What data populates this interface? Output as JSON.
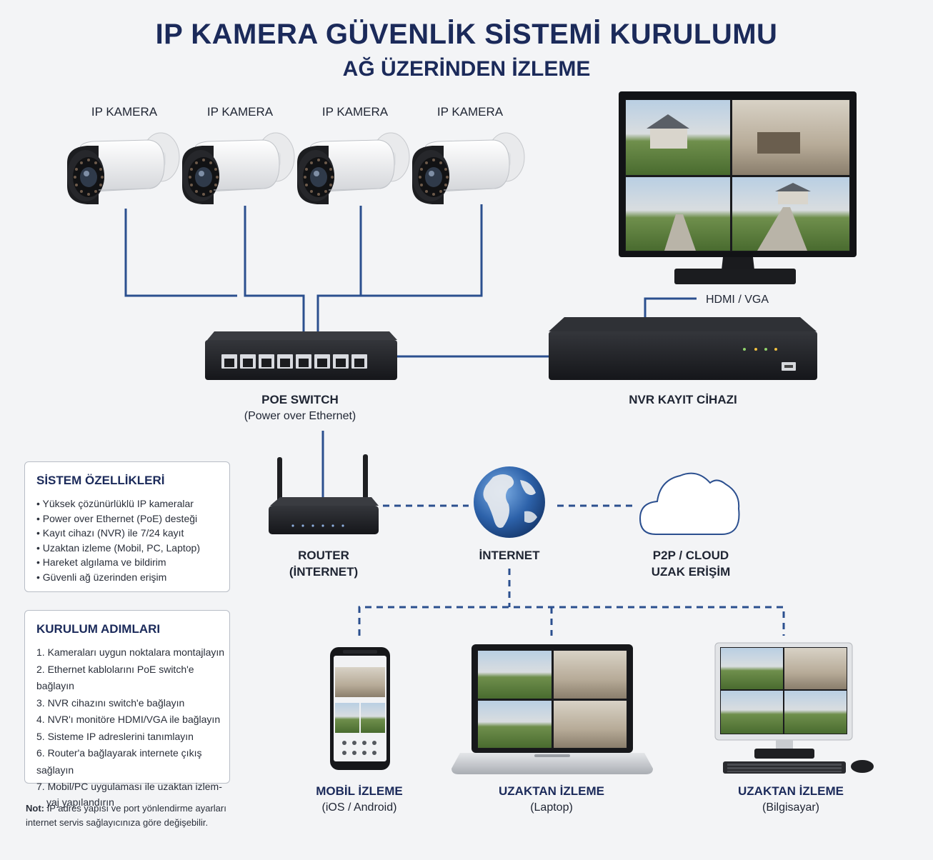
{
  "header": {
    "title": "IP KAMERA GÜVENLİK SİSTEMİ KURULUMU",
    "subtitle": "AĞ ÜZERİNDEN İZLEME"
  },
  "cameras": [
    {
      "label": "IP KAMERA"
    },
    {
      "label": "IP KAMERA"
    },
    {
      "label": "IP KAMERA"
    },
    {
      "label": "IP KAMERA"
    }
  ],
  "switch": {
    "title": "POE SWITCH",
    "subtitle": "(Power over Ethernet)"
  },
  "nvr": {
    "title": "NVR KAYIT CİHAZI",
    "connection": "HDMI / VGA"
  },
  "router": {
    "line1": "ROUTER",
    "line2": "(İNTERNET)"
  },
  "internet": {
    "label": "İNTERNET"
  },
  "cloud": {
    "line1": "P2P / CLOUD",
    "line2": "UZAK ERİŞİM"
  },
  "features": {
    "title": "SİSTEM ÖZELLİKLERİ",
    "items": [
      "Yüksek çözünürlüklü IP kameralar",
      "Power over Ethernet (PoE) desteği",
      "Kayıt cihazı (NVR) ile 7/24 kayıt",
      "Uzaktan izleme (Mobil, PC, Laptop)",
      "Hareket algılama ve bildirim",
      "Güvenli ağ üzerinden erişim"
    ]
  },
  "steps": {
    "title": "KURULUM ADIMLARI",
    "items": [
      "1. Kameraları uygun noktalara montajlayın",
      "2. Ethernet kablolarını PoE switch'e bağlayın",
      "3. NVR cihazını switch'e bağlayın",
      "4. NVR'ı monitöre HDMI/VGA ile bağlayın",
      "5. Sisteme IP adreslerini tanımlayın",
      "6. Router'a bağlayarak internete çıkış sağlayın",
      "7. Mobil/PC uygulaması ile uzaktan izlem-"
    ],
    "continuation": "yaj yapılandırın"
  },
  "clients": [
    {
      "title": "MOBİL İZLEME",
      "subtitle": "(iOS / Android)"
    },
    {
      "title": "UZAKTAN İZLEME",
      "subtitle": "(Laptop)"
    },
    {
      "title": "UZAKTAN İZLEME",
      "subtitle": "(Bilgisayar)"
    }
  ],
  "note": {
    "prefix": "Not:",
    "line1": "IP adres yapısı ve port yönlendirme ayarları",
    "line2": "internet servis sağlayıcınıza göre değişebilir."
  },
  "colors": {
    "title": "#1b2a5a",
    "cable": "#2b4f8f",
    "device_dark": "#1e1f22",
    "camera_body": "#f4f4f4"
  }
}
